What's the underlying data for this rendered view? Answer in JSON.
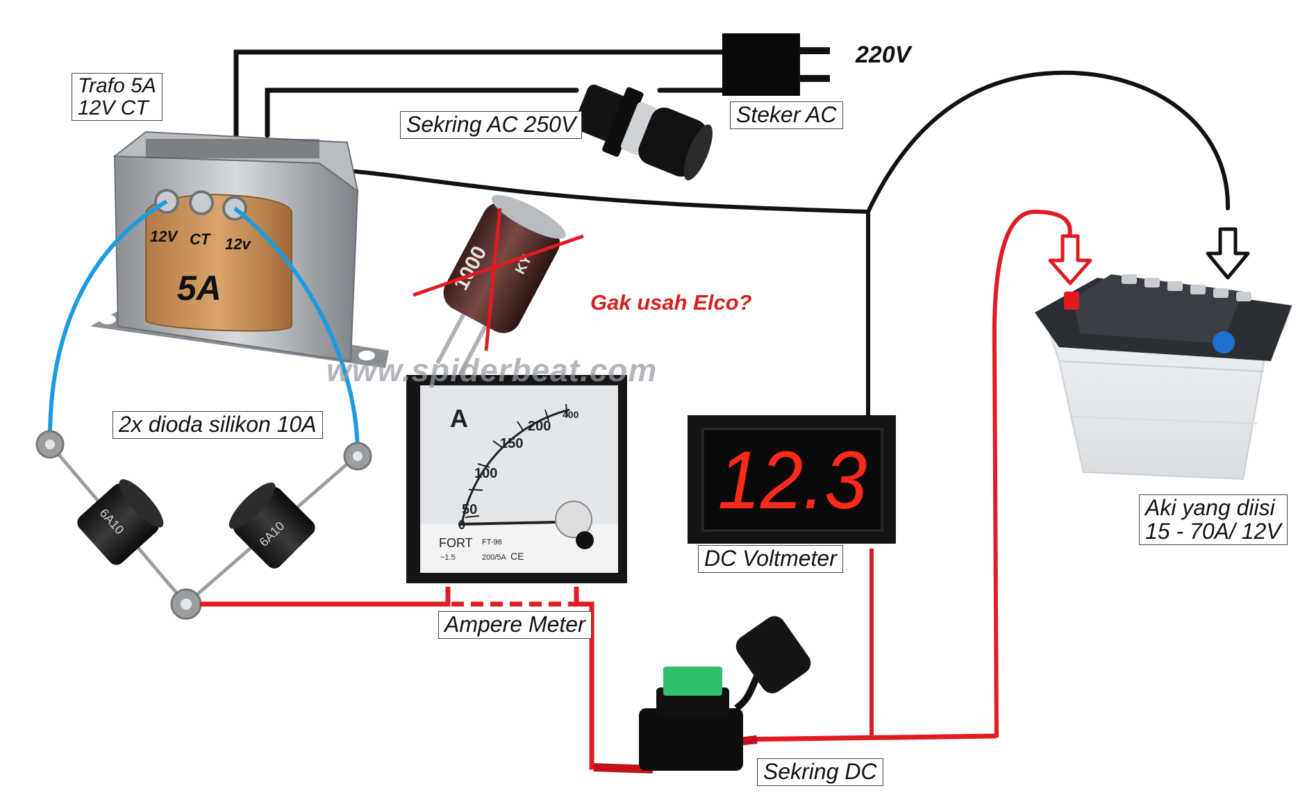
{
  "labels": {
    "trafo": "Trafo 5A\n12V CT",
    "sekring_ac": "Sekring AC 250V",
    "steker_ac": "Steker AC",
    "voltage_220": "220V",
    "gak_usah_elco": "Gak usah Elco?",
    "watermark": "www.spiderbeat.com",
    "dioda": "2x dioda silikon 10A",
    "dc_voltmeter": "DC Voltmeter",
    "ampere_meter": "Ampere Meter",
    "sekring_dc": "Sekring DC",
    "aki": "Aki yang diisi\n15 - 70A/ 12V"
  },
  "transformer": {
    "tap_left": "12V",
    "tap_center": "CT",
    "tap_right": "12v",
    "rating": "5A"
  },
  "capacitor": {
    "marking": "1000",
    "brand": "KY"
  },
  "diodes": {
    "marking": "6A10"
  },
  "ammeter": {
    "unit": "A",
    "scale": [
      "0",
      "50",
      "100",
      "150",
      "200",
      "400"
    ],
    "brand": "FORT",
    "model": "FT-96",
    "spec": "~1.5",
    "range": "200/5A",
    "ce": "CE"
  },
  "voltmeter": {
    "reading": "12.3"
  },
  "colors": {
    "ac_wire": "#111111",
    "blue_wire": "#1e9be0",
    "red_wire": "#e01b22",
    "led_red": "#ff2a1a",
    "gak_usah_text": "#d42020",
    "fuse_green": "#2fbf6a"
  }
}
